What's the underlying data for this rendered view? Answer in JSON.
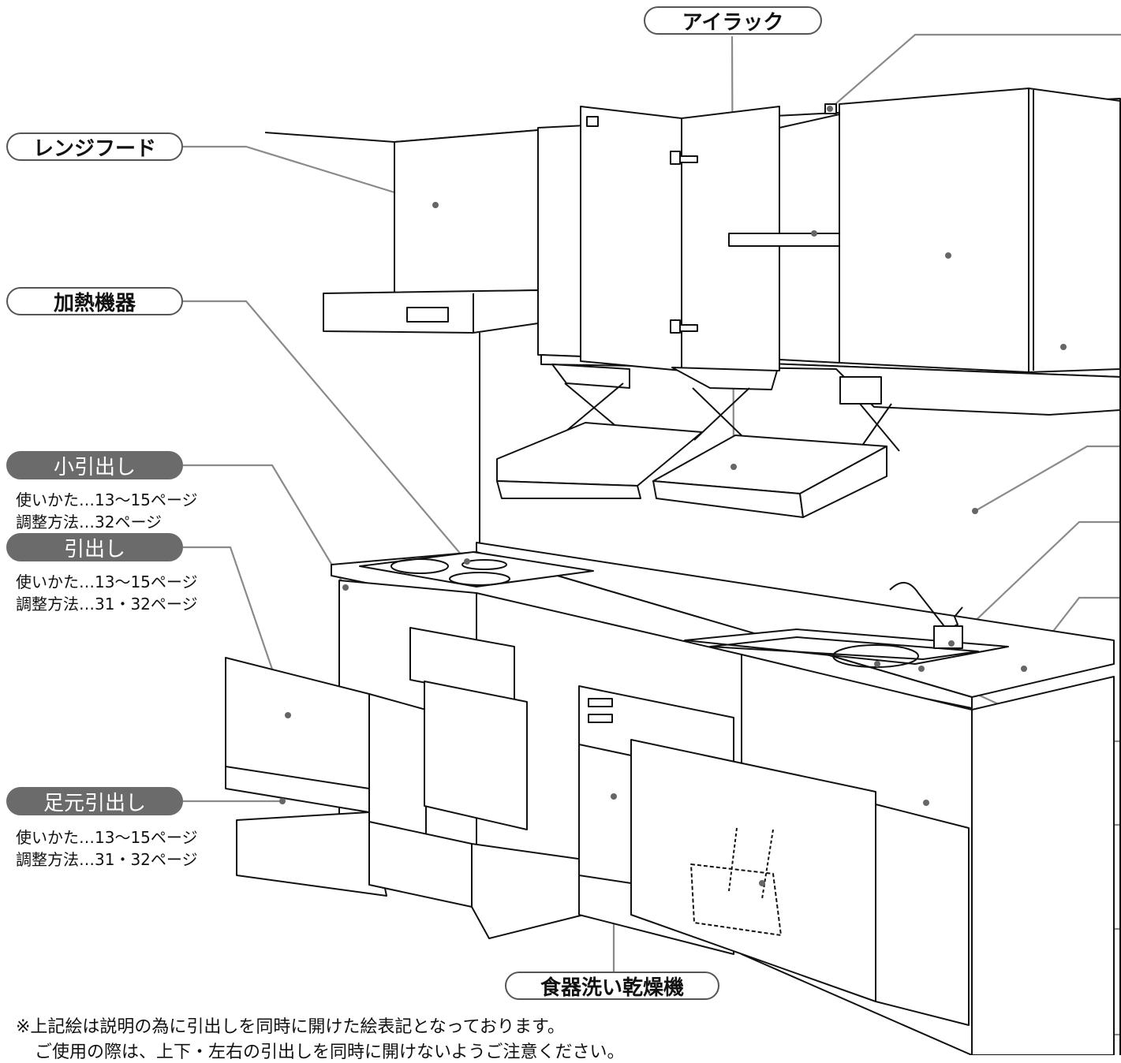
{
  "labels": {
    "range_hood": "レンジフード",
    "heater": "加熱機器",
    "small_drawer": "小引出し",
    "drawer": "引出し",
    "foot_drawer": "足元引出し",
    "eye_rack": "アイラック",
    "dishwasher": "食器洗い乾燥機"
  },
  "notes": {
    "small_drawer_usage": "使いかた…13～15ページ",
    "small_drawer_adjust": "調整方法…32ページ",
    "drawer_usage": "使いかた…13～15ページ",
    "drawer_adjust": "調整方法…31・32ページ",
    "foot_drawer_usage": "使いかた…13～15ページ",
    "foot_drawer_adjust": "調整方法…31・32ページ"
  },
  "footnote": {
    "line1": "※上記絵は説明の為に引出しを同時に開けた絵表記となっております。",
    "line2": "ご使用の際は、上下・左右の引出しを同時に開けないようご注意ください。"
  }
}
